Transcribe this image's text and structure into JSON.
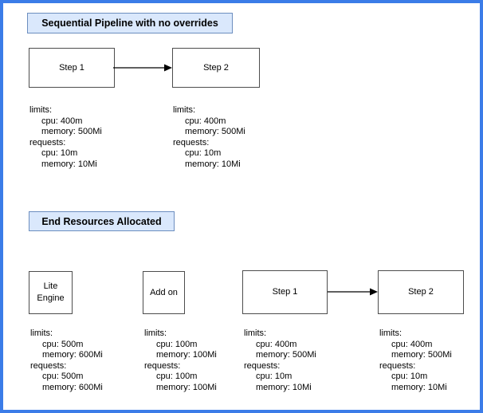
{
  "diagram": {
    "colors": {
      "frame_border": "#3b7ce8",
      "title_fill": "#dae8fc",
      "title_border": "#6c8ebf",
      "node_fill": "#ffffff",
      "node_border": "#4d4d4d",
      "arrow": "#000000",
      "text": "#000000"
    },
    "sections": [
      {
        "title": "Sequential Pipeline with no overrides",
        "nodes": [
          {
            "label": "Step 1"
          },
          {
            "label": "Step 2"
          }
        ],
        "resources": [
          {
            "lines": [
              "limits:",
              "cpu: 400m",
              "memory: 500Mi",
              "requests:",
              "cpu: 10m",
              "memory: 10Mi"
            ]
          },
          {
            "lines": [
              "limits:",
              "cpu: 400m",
              "memory: 500Mi",
              "requests:",
              "cpu: 10m",
              "memory: 10Mi"
            ]
          }
        ]
      },
      {
        "title": "End Resources Allocated",
        "nodes": [
          {
            "label": "Lite Engine"
          },
          {
            "label": "Add on"
          },
          {
            "label": "Step 1"
          },
          {
            "label": "Step 2"
          }
        ],
        "resources": [
          {
            "lines": [
              "limits:",
              "cpu: 500m",
              "memory: 600Mi",
              "requests:",
              "cpu: 500m",
              "memory: 600Mi"
            ]
          },
          {
            "lines": [
              "limits:",
              "cpu: 100m",
              "memory: 100Mi",
              "requests:",
              "cpu: 100m",
              "memory: 100Mi"
            ]
          },
          {
            "lines": [
              "limits:",
              "cpu: 400m",
              "memory: 500Mi",
              "requests:",
              "cpu: 10m",
              "memory: 10Mi"
            ]
          },
          {
            "lines": [
              "limits:",
              "cpu: 400m",
              "memory: 500Mi",
              "requests:",
              "cpu: 10m",
              "memory: 10Mi"
            ]
          }
        ]
      }
    ]
  }
}
